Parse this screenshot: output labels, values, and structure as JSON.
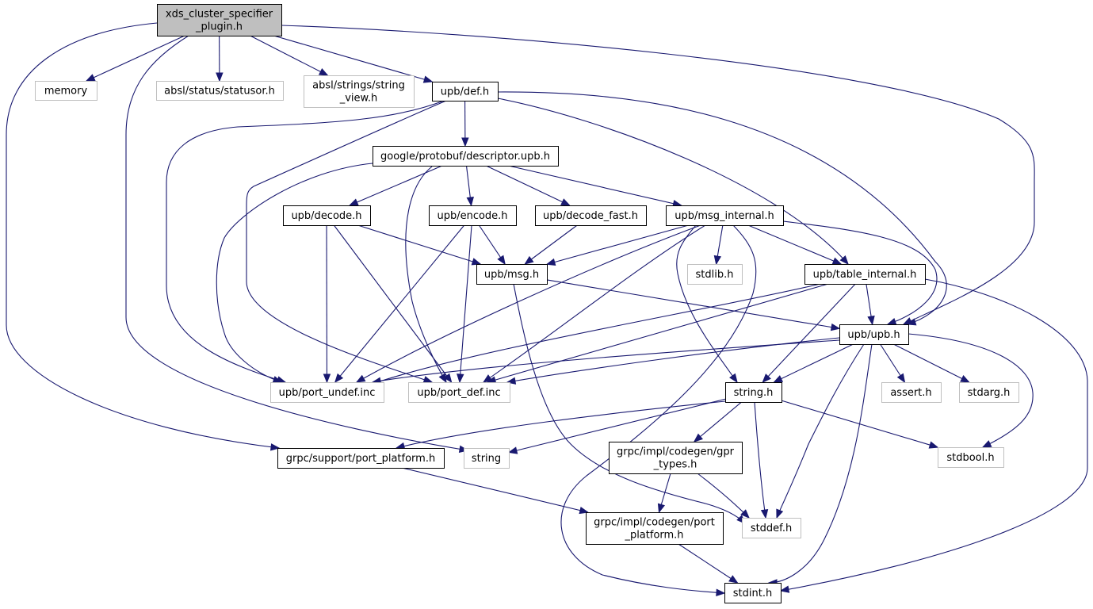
{
  "diagram": {
    "title": "xds_cluster_specifier_plugin.h include dependency graph",
    "colors": {
      "edge": "#191970",
      "root_fill": "#bfbfbf",
      "root_border": "#000000",
      "documented_border": "#000000",
      "external_border": "#bfbfbf",
      "node_fill": "#ffffff"
    },
    "nodes": [
      {
        "id": "root",
        "lines": [
          "xds_cluster_specifier",
          "_plugin.h"
        ],
        "kind": "root"
      },
      {
        "id": "memory",
        "lines": [
          "memory"
        ],
        "kind": "external"
      },
      {
        "id": "statusor",
        "lines": [
          "absl/status/statusor.h"
        ],
        "kind": "external"
      },
      {
        "id": "string_view",
        "lines": [
          "absl/strings/string",
          "_view.h"
        ],
        "kind": "external"
      },
      {
        "id": "def",
        "lines": [
          "upb/def.h"
        ],
        "kind": "documented"
      },
      {
        "id": "descriptor",
        "lines": [
          "google/protobuf/descriptor.upb.h"
        ],
        "kind": "documented"
      },
      {
        "id": "decode",
        "lines": [
          "upb/decode.h"
        ],
        "kind": "documented"
      },
      {
        "id": "encode",
        "lines": [
          "upb/encode.h"
        ],
        "kind": "documented"
      },
      {
        "id": "decode_fast",
        "lines": [
          "upb/decode_fast.h"
        ],
        "kind": "documented"
      },
      {
        "id": "msg_internal",
        "lines": [
          "upb/msg_internal.h"
        ],
        "kind": "documented"
      },
      {
        "id": "msg",
        "lines": [
          "upb/msg.h"
        ],
        "kind": "documented"
      },
      {
        "id": "stdlib",
        "lines": [
          "stdlib.h"
        ],
        "kind": "external"
      },
      {
        "id": "table_internal",
        "lines": [
          "upb/table_internal.h"
        ],
        "kind": "documented"
      },
      {
        "id": "upb",
        "lines": [
          "upb/upb.h"
        ],
        "kind": "documented"
      },
      {
        "id": "port_undef",
        "lines": [
          "upb/port_undef.inc"
        ],
        "kind": "external"
      },
      {
        "id": "port_def",
        "lines": [
          "upb/port_def.inc"
        ],
        "kind": "external"
      },
      {
        "id": "string_h",
        "lines": [
          "string.h"
        ],
        "kind": "documented"
      },
      {
        "id": "assert",
        "lines": [
          "assert.h"
        ],
        "kind": "external"
      },
      {
        "id": "stdarg",
        "lines": [
          "stdarg.h"
        ],
        "kind": "external"
      },
      {
        "id": "grpc_port_platform",
        "lines": [
          "grpc/support/port_platform.h"
        ],
        "kind": "documented"
      },
      {
        "id": "string",
        "lines": [
          "string"
        ],
        "kind": "external"
      },
      {
        "id": "gpr_types",
        "lines": [
          "grpc/impl/codegen/gpr",
          "_types.h"
        ],
        "kind": "documented"
      },
      {
        "id": "stdbool",
        "lines": [
          "stdbool.h"
        ],
        "kind": "external"
      },
      {
        "id": "codegen_port_platform",
        "lines": [
          "grpc/impl/codegen/port",
          "_platform.h"
        ],
        "kind": "documented"
      },
      {
        "id": "stddef",
        "lines": [
          "stddef.h"
        ],
        "kind": "external"
      },
      {
        "id": "stdint",
        "lines": [
          "stdint.h"
        ],
        "kind": "documented"
      }
    ],
    "edges": [
      [
        "root",
        "memory"
      ],
      [
        "root",
        "statusor"
      ],
      [
        "root",
        "string_view"
      ],
      [
        "root",
        "def"
      ],
      [
        "root",
        "upb"
      ],
      [
        "root",
        "grpc_port_platform"
      ],
      [
        "root",
        "string"
      ],
      [
        "def",
        "descriptor"
      ],
      [
        "def",
        "port_undef"
      ],
      [
        "def",
        "port_def"
      ],
      [
        "def",
        "table_internal"
      ],
      [
        "def",
        "upb"
      ],
      [
        "descriptor",
        "decode"
      ],
      [
        "descriptor",
        "encode"
      ],
      [
        "descriptor",
        "decode_fast"
      ],
      [
        "descriptor",
        "msg_internal"
      ],
      [
        "descriptor",
        "port_undef"
      ],
      [
        "descriptor",
        "port_def"
      ],
      [
        "decode",
        "msg"
      ],
      [
        "decode",
        "port_undef"
      ],
      [
        "decode",
        "port_def"
      ],
      [
        "encode",
        "msg"
      ],
      [
        "encode",
        "port_undef"
      ],
      [
        "encode",
        "port_def"
      ],
      [
        "decode_fast",
        "msg"
      ],
      [
        "msg_internal",
        "msg"
      ],
      [
        "msg_internal",
        "stdlib"
      ],
      [
        "msg_internal",
        "table_internal"
      ],
      [
        "msg_internal",
        "upb"
      ],
      [
        "msg_internal",
        "port_undef"
      ],
      [
        "msg_internal",
        "port_def"
      ],
      [
        "msg_internal",
        "string_h"
      ],
      [
        "msg_internal",
        "stdint"
      ],
      [
        "msg",
        "upb"
      ],
      [
        "msg",
        "stddef"
      ],
      [
        "table_internal",
        "upb"
      ],
      [
        "table_internal",
        "string_h"
      ],
      [
        "table_internal",
        "port_undef"
      ],
      [
        "table_internal",
        "port_def"
      ],
      [
        "table_internal",
        "stdint"
      ],
      [
        "upb",
        "string_h"
      ],
      [
        "upb",
        "assert"
      ],
      [
        "upb",
        "stdarg"
      ],
      [
        "upb",
        "stdbool"
      ],
      [
        "upb",
        "stddef"
      ],
      [
        "upb",
        "stdint"
      ],
      [
        "upb",
        "port_undef"
      ],
      [
        "upb",
        "port_def"
      ],
      [
        "string_h",
        "grpc_port_platform"
      ],
      [
        "string_h",
        "string"
      ],
      [
        "string_h",
        "gpr_types"
      ],
      [
        "string_h",
        "stdbool"
      ],
      [
        "string_h",
        "stddef"
      ],
      [
        "gpr_types",
        "codegen_port_platform"
      ],
      [
        "gpr_types",
        "stddef"
      ],
      [
        "grpc_port_platform",
        "codegen_port_platform"
      ],
      [
        "codegen_port_platform",
        "stdint"
      ]
    ]
  }
}
